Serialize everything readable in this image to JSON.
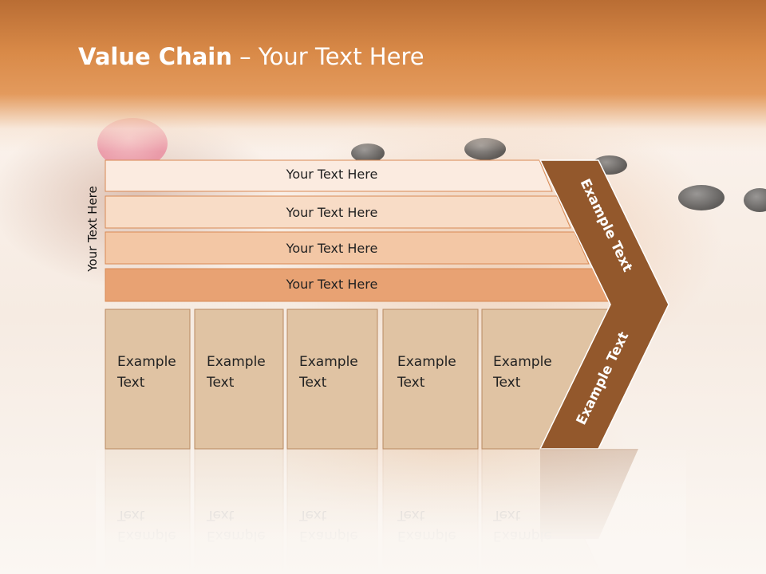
{
  "slide": {
    "title_bold": "Value Chain",
    "title_rest": " – Your Text Here",
    "side_label": "Your Text Here"
  },
  "bars": [
    {
      "label": "Your Text Here",
      "fill": "#fbebe0"
    },
    {
      "label": "Your Text Here",
      "fill": "#f8dcc6"
    },
    {
      "label": "Your Text Here",
      "fill": "#f3c7a5"
    },
    {
      "label": "Your Text Here",
      "fill": "#e8a273"
    }
  ],
  "boxes": [
    {
      "line1": "Example",
      "line2": "Text"
    },
    {
      "line1": "Example",
      "line2": "Text"
    },
    {
      "line1": "Example",
      "line2": "Text"
    },
    {
      "line1": "Example",
      "line2": "Text"
    },
    {
      "line1": "Example",
      "line2": "Text"
    }
  ],
  "chevron": {
    "upper_label": "Example Text",
    "lower_label": "Example Text",
    "fill": "#93582c"
  },
  "colors": {
    "box_fill": "#e0c3a3",
    "box_stroke": "#b98a62",
    "bar_stroke": "#d88a55",
    "banner": "#d98a48"
  }
}
